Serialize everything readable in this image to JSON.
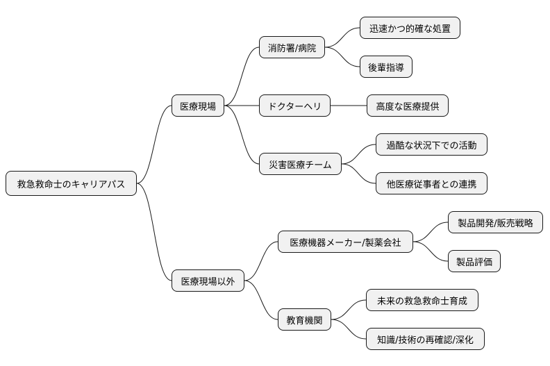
{
  "mindmap": {
    "root": "救急救命士のキャリアパス",
    "branches": [
      {
        "label": "医療現場",
        "children": [
          {
            "label": "消防署/病院",
            "children": [
              "迅速かつ的確な処置",
              "後輩指導"
            ]
          },
          {
            "label": "ドクターヘリ",
            "children": [
              "高度な医療提供"
            ]
          },
          {
            "label": "災害医療チーム",
            "children": [
              "過酷な状況下での活動",
              "他医療従事者との連携"
            ]
          }
        ]
      },
      {
        "label": "医療現場以外",
        "children": [
          {
            "label": "医療機器メーカー/製薬会社",
            "children": [
              "製品開発/販売戦略",
              "製品評価"
            ]
          },
          {
            "label": "教育機関",
            "children": [
              "未来の救急救命士育成",
              "知識/技術の再確認/深化"
            ]
          }
        ]
      }
    ]
  },
  "colors": {
    "node_fill": "#f1f1f1",
    "node_border": "#181818",
    "link": "#181818"
  }
}
